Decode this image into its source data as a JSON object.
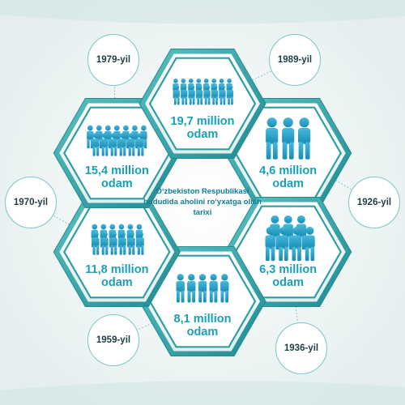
{
  "title": "O‘zbekiston Respublikasi hududida aholini ro‘yxatga olish tarixi",
  "colors": {
    "hex_outer": "#3aa6a8",
    "hex_fill": "#ffffff",
    "text": "#1aa0b4",
    "people": "#2aa6c8",
    "year_text": "#1e3d44",
    "background": "#f2f6f6"
  },
  "censuses": [
    {
      "year_label": "1926-yil",
      "population": "4,6 million",
      "unit": "odam",
      "value_millions": 4.6
    },
    {
      "year_label": "1936-yil",
      "population": "6,3 million",
      "unit": "odam",
      "value_millions": 6.3
    },
    {
      "year_label": "1959-yil",
      "population": "8,1 million",
      "unit": "odam",
      "value_millions": 8.1
    },
    {
      "year_label": "1970-yil",
      "population": "11,8 million",
      "unit": "odam",
      "value_millions": 11.8
    },
    {
      "year_label": "1979-yil",
      "population": "15,4 million",
      "unit": "odam",
      "value_millions": 15.4
    },
    {
      "year_label": "1989-yil",
      "population": "19,7 million",
      "unit": "odam",
      "value_millions": 19.7
    }
  ],
  "icons": {
    "people": "people-group-icon"
  }
}
